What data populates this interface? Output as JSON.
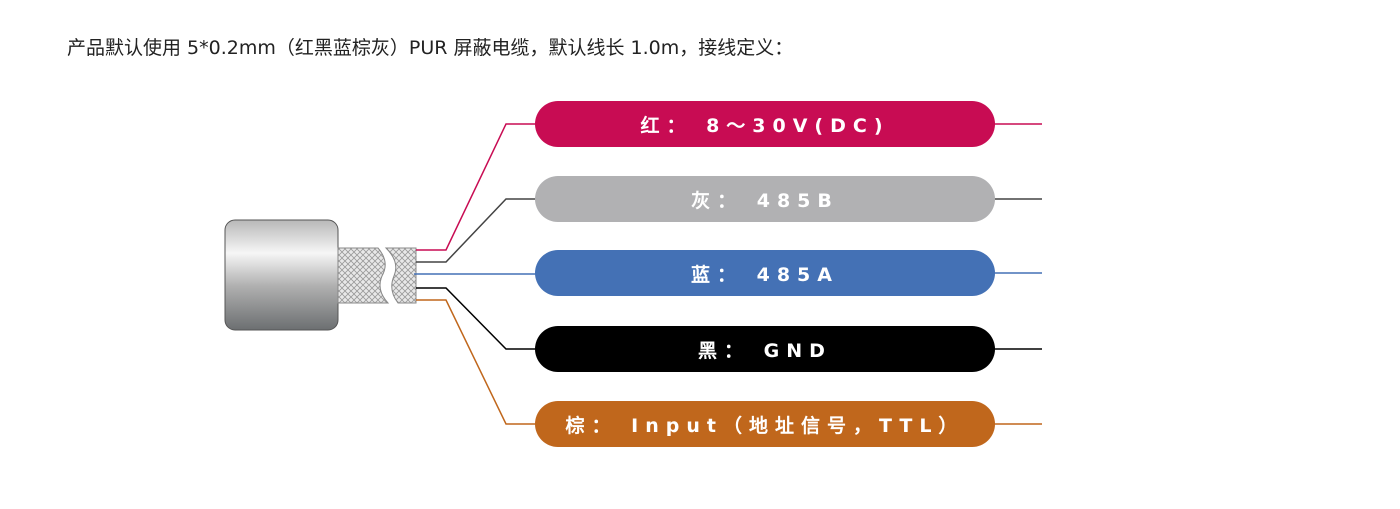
{
  "title": "产品默认使用 5*0.2mm（红黑蓝棕灰）PUR 屏蔽电缆，默认线长 1.0m，接线定义：",
  "wires": [
    {
      "label": "红： 8～30V(DC)",
      "color": "#c80c53"
    },
    {
      "label": "灰： 485B",
      "color": "#b1b1b3"
    },
    {
      "label": "蓝： 485A",
      "color": "#4471b5"
    },
    {
      "label": "黑： GND",
      "color": "#000000"
    },
    {
      "label": "棕： Input（地址信号，TTL）",
      "color": "#c0671c"
    }
  ]
}
